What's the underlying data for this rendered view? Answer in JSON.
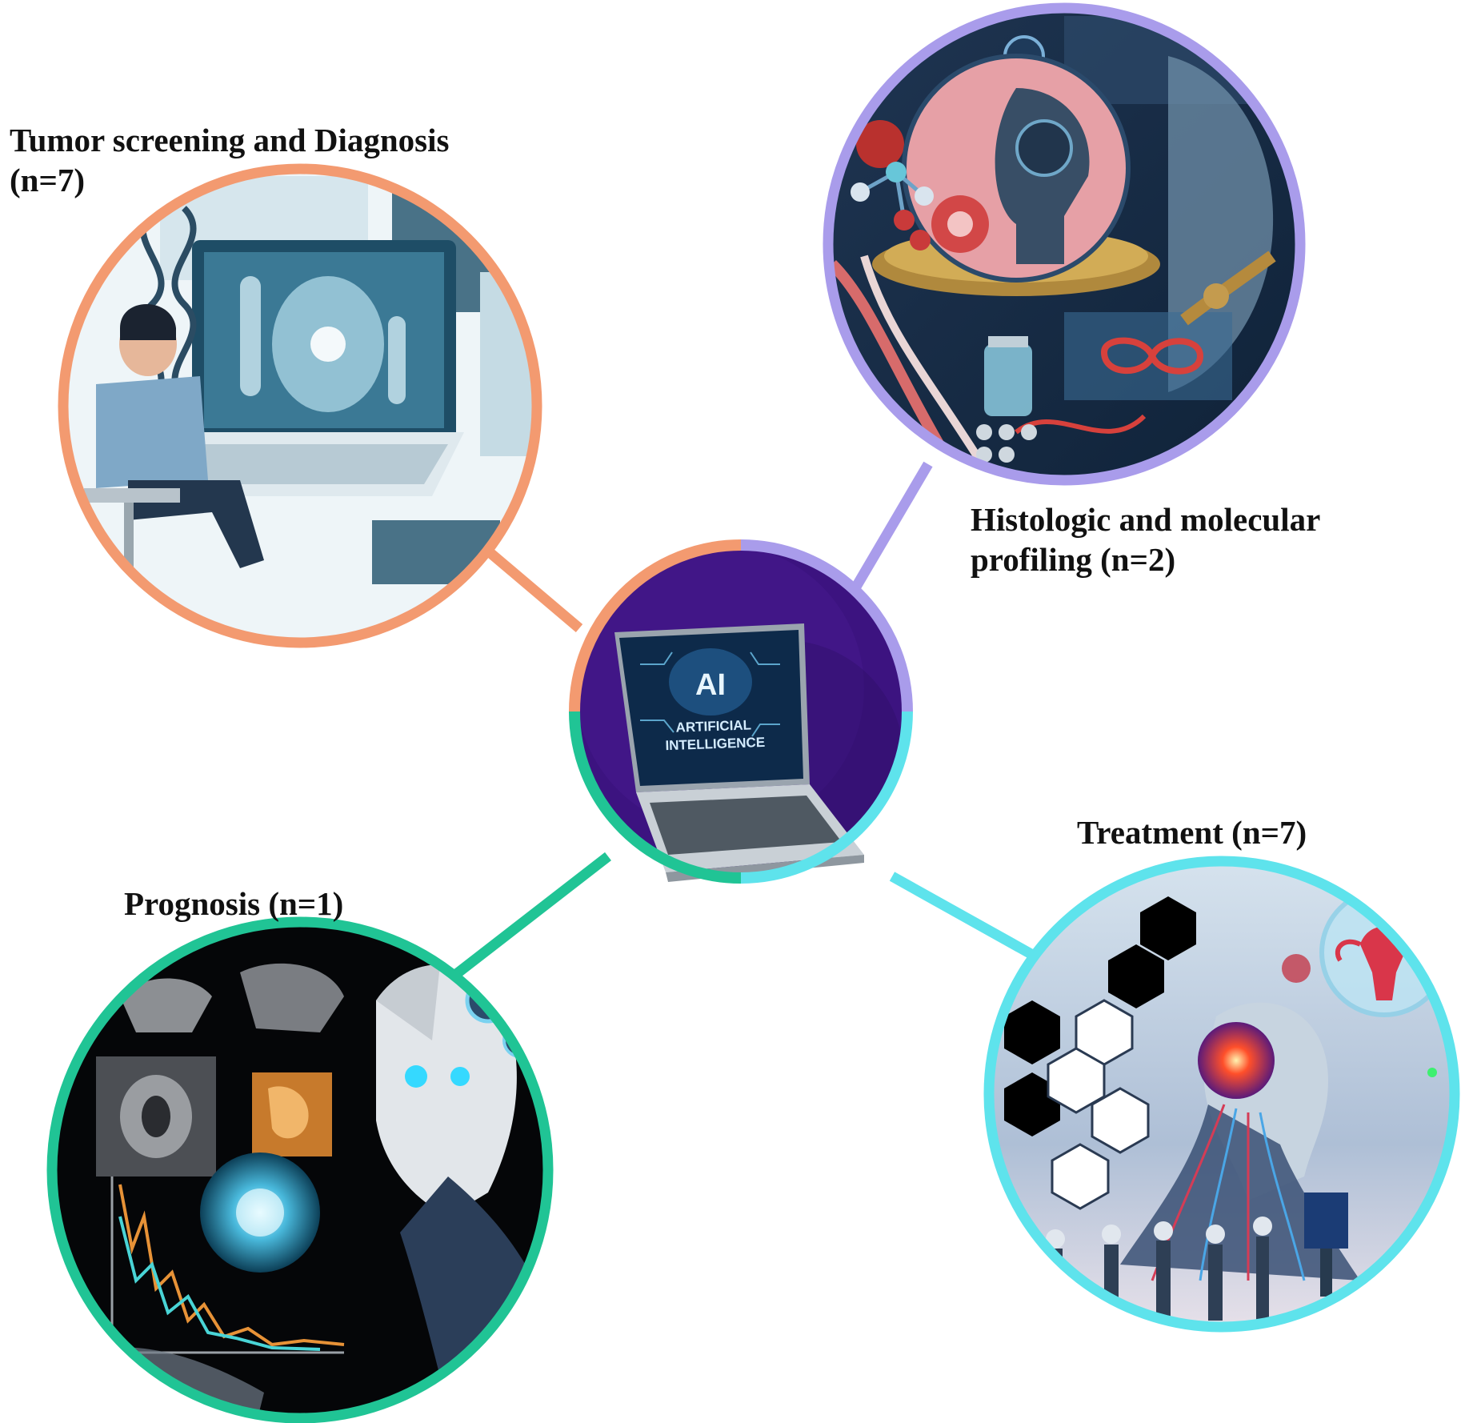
{
  "colors": {
    "screening": "#F39A70",
    "profiling": "#A99CEB",
    "treatment": "#5EE3EC",
    "prognosis": "#20C495",
    "hub_fill": "#3C1380"
  },
  "nodes": {
    "screening": {
      "line1": "Tumor screening and Diagnosis",
      "line2": "(n=7)"
    },
    "profiling": {
      "line1": "Histologic and molecular",
      "line2": "profiling (n=2)"
    },
    "treatment": {
      "line1": "Treatment (n=7)"
    },
    "prognosis": {
      "line1": "Prognosis (n=1)"
    }
  },
  "hub": {
    "screen_line1": "AI",
    "screen_line2": "ARTIFICIAL",
    "screen_line3": "INTELLIGENCE"
  }
}
